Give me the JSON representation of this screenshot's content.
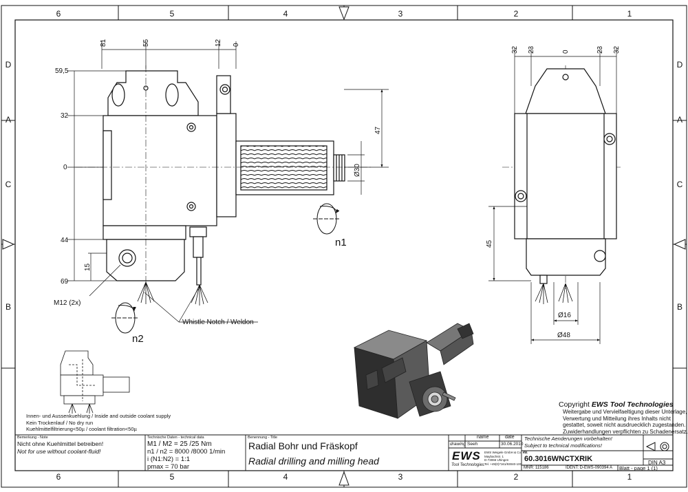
{
  "frame": {
    "columns": [
      "6",
      "5",
      "4",
      "3",
      "2",
      "1"
    ],
    "rows": [
      "D",
      "C",
      "B",
      "A"
    ]
  },
  "front_view": {
    "dims_top": [
      "81",
      "55",
      "12",
      "0"
    ],
    "dims_left": [
      "59,5",
      "32",
      "0",
      "44",
      "69"
    ],
    "dim_15": "15",
    "dim_47": "47",
    "dim_d30": "Ø30",
    "label_n1": "n1",
    "label_n2": "n2",
    "label_m12": "M12 (2x)",
    "label_whistle": "Whistle Notch / Weldon"
  },
  "side_view": {
    "dims_top": [
      "32",
      "23",
      "0",
      "23",
      "32"
    ],
    "dim_45": "45",
    "dim_d16": "Ø16",
    "dim_d48": "Ø48"
  },
  "coolant_notes": [
    "Innen- und Aussenkuehlung / Inside and outside coolant supply",
    "Kein Trockenlauf / No dry run",
    "Kuehlmittelfiltrierung<50µ / coolant filtration<50µ"
  ],
  "copyright": {
    "title_prefix": "Copyright ",
    "brand": "EWS Tool Technologies",
    "lines": [
      "Weitergabe und Vervielfaeltigung dieser Unterlage,",
      "Verwertung und Mitteilung ihres Inhalts nicht",
      "gestattet, soweit nicht ausdruecklich zugestanden.",
      "Zuwiderhandlungen verpflichten zu Schadenersatz."
    ]
  },
  "title_block": {
    "remark_header": "Bemerkung - Note",
    "remark_de": "Nicht ohne Kuehlmittel betreiben!",
    "remark_en": "Not for use without coolant-fluid!",
    "tech_header": "Technische Daten - technical data",
    "tech_line1": "M1 / M2 = 25 /25  Nm",
    "tech_line2": "n1 / n2 = 8000 /8000  1/min",
    "tech_line3": "i (N1:N2) = 1:1",
    "tech_line4": "pmax      = 70  bar",
    "name_header": "Benennung - Title",
    "title_de": "Radial Bohr und Fräskopf",
    "title_en": "Radial drilling and milling head",
    "col_name": "name",
    "col_date": "date",
    "row_label": "drawing",
    "drawn_by": "Seeh",
    "drawn_date": "30.06.2010",
    "logo": "EWS",
    "logo_sub": "Tool Technologies",
    "company_lines": [
      "EWS Weigele GmbH & Co. KG",
      "Maybachstr. 1",
      "D-73066 Uhingen",
      "Tel. +49(0)7161/93040-100"
    ],
    "change_de": "Technische Aenderungen vorbehalten!",
    "change_en": "Subject to technical modifications!",
    "nr_label": "Nr.",
    "part_number": "60.3016WNCTXRIK",
    "mnr": "MNR: 115186",
    "ident": "IDENT: D-EWS-090394  A",
    "sheet": "Blatt - page  1 (1)",
    "format": "DIN A3"
  }
}
